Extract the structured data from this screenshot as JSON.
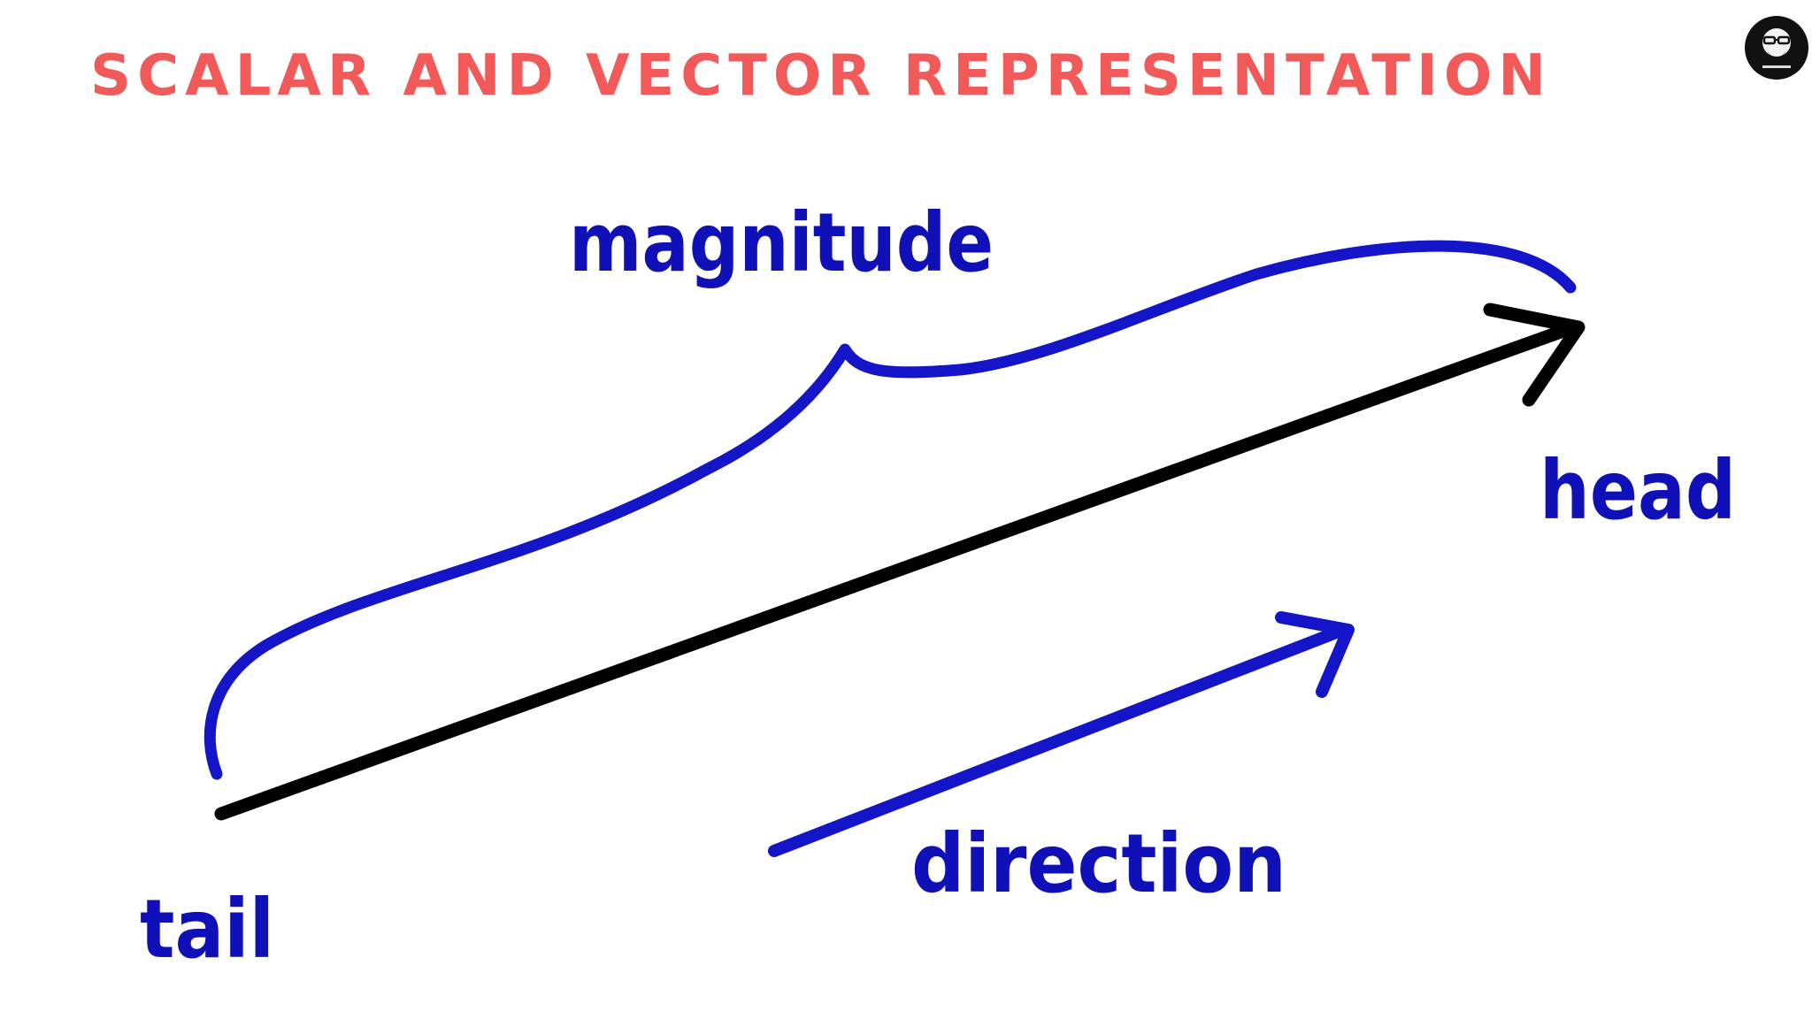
{
  "slide": {
    "title": "SCALAR AND VECTOR REPRESENTATION",
    "logo": {
      "icon": "presenter-avatar-icon"
    }
  },
  "diagram": {
    "labels": {
      "magnitude": "magnitude",
      "head": "head",
      "tail": "tail",
      "direction": "direction"
    },
    "colors": {
      "title": "#f25a5a",
      "labels": "#1010b8",
      "brace": "#1414c8",
      "vector": "#000000",
      "direction_arrow": "#1414c8"
    }
  }
}
